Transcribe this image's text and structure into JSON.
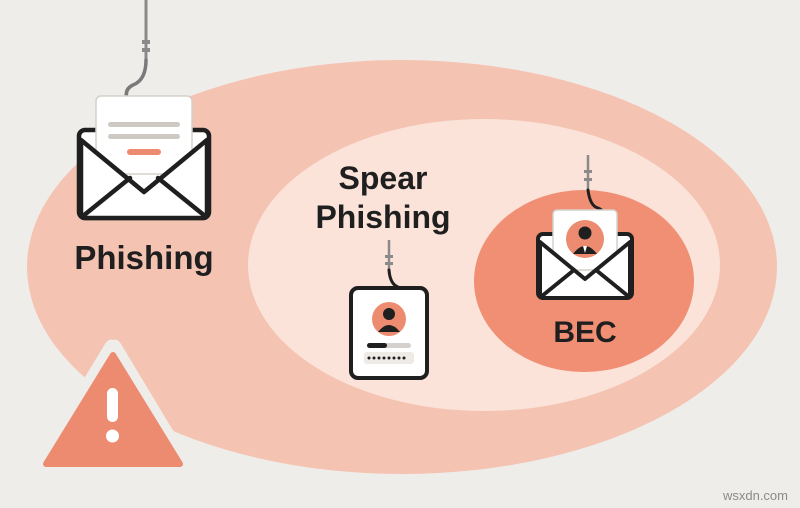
{
  "labels": {
    "phishing": "Phishing",
    "spear_line1": "Spear",
    "spear_line2": "Phishing",
    "bec": "BEC"
  },
  "watermark": "wsxdn.com",
  "icons": {
    "phishing_item": "envelope-with-letter-on-hook-icon",
    "spear_item": "id-badge-on-hook-icon",
    "bec_item": "envelope-with-profile-on-hook-icon",
    "alert": "warning-triangle-icon"
  },
  "colors": {
    "background": "#efedea",
    "outer_ellipse": "#f4c3b2",
    "middle_ellipse": "#fbe3da",
    "inner_ellipse": "#f08f74",
    "accent": "#ec8b70",
    "stroke": "#1f1f1f"
  }
}
